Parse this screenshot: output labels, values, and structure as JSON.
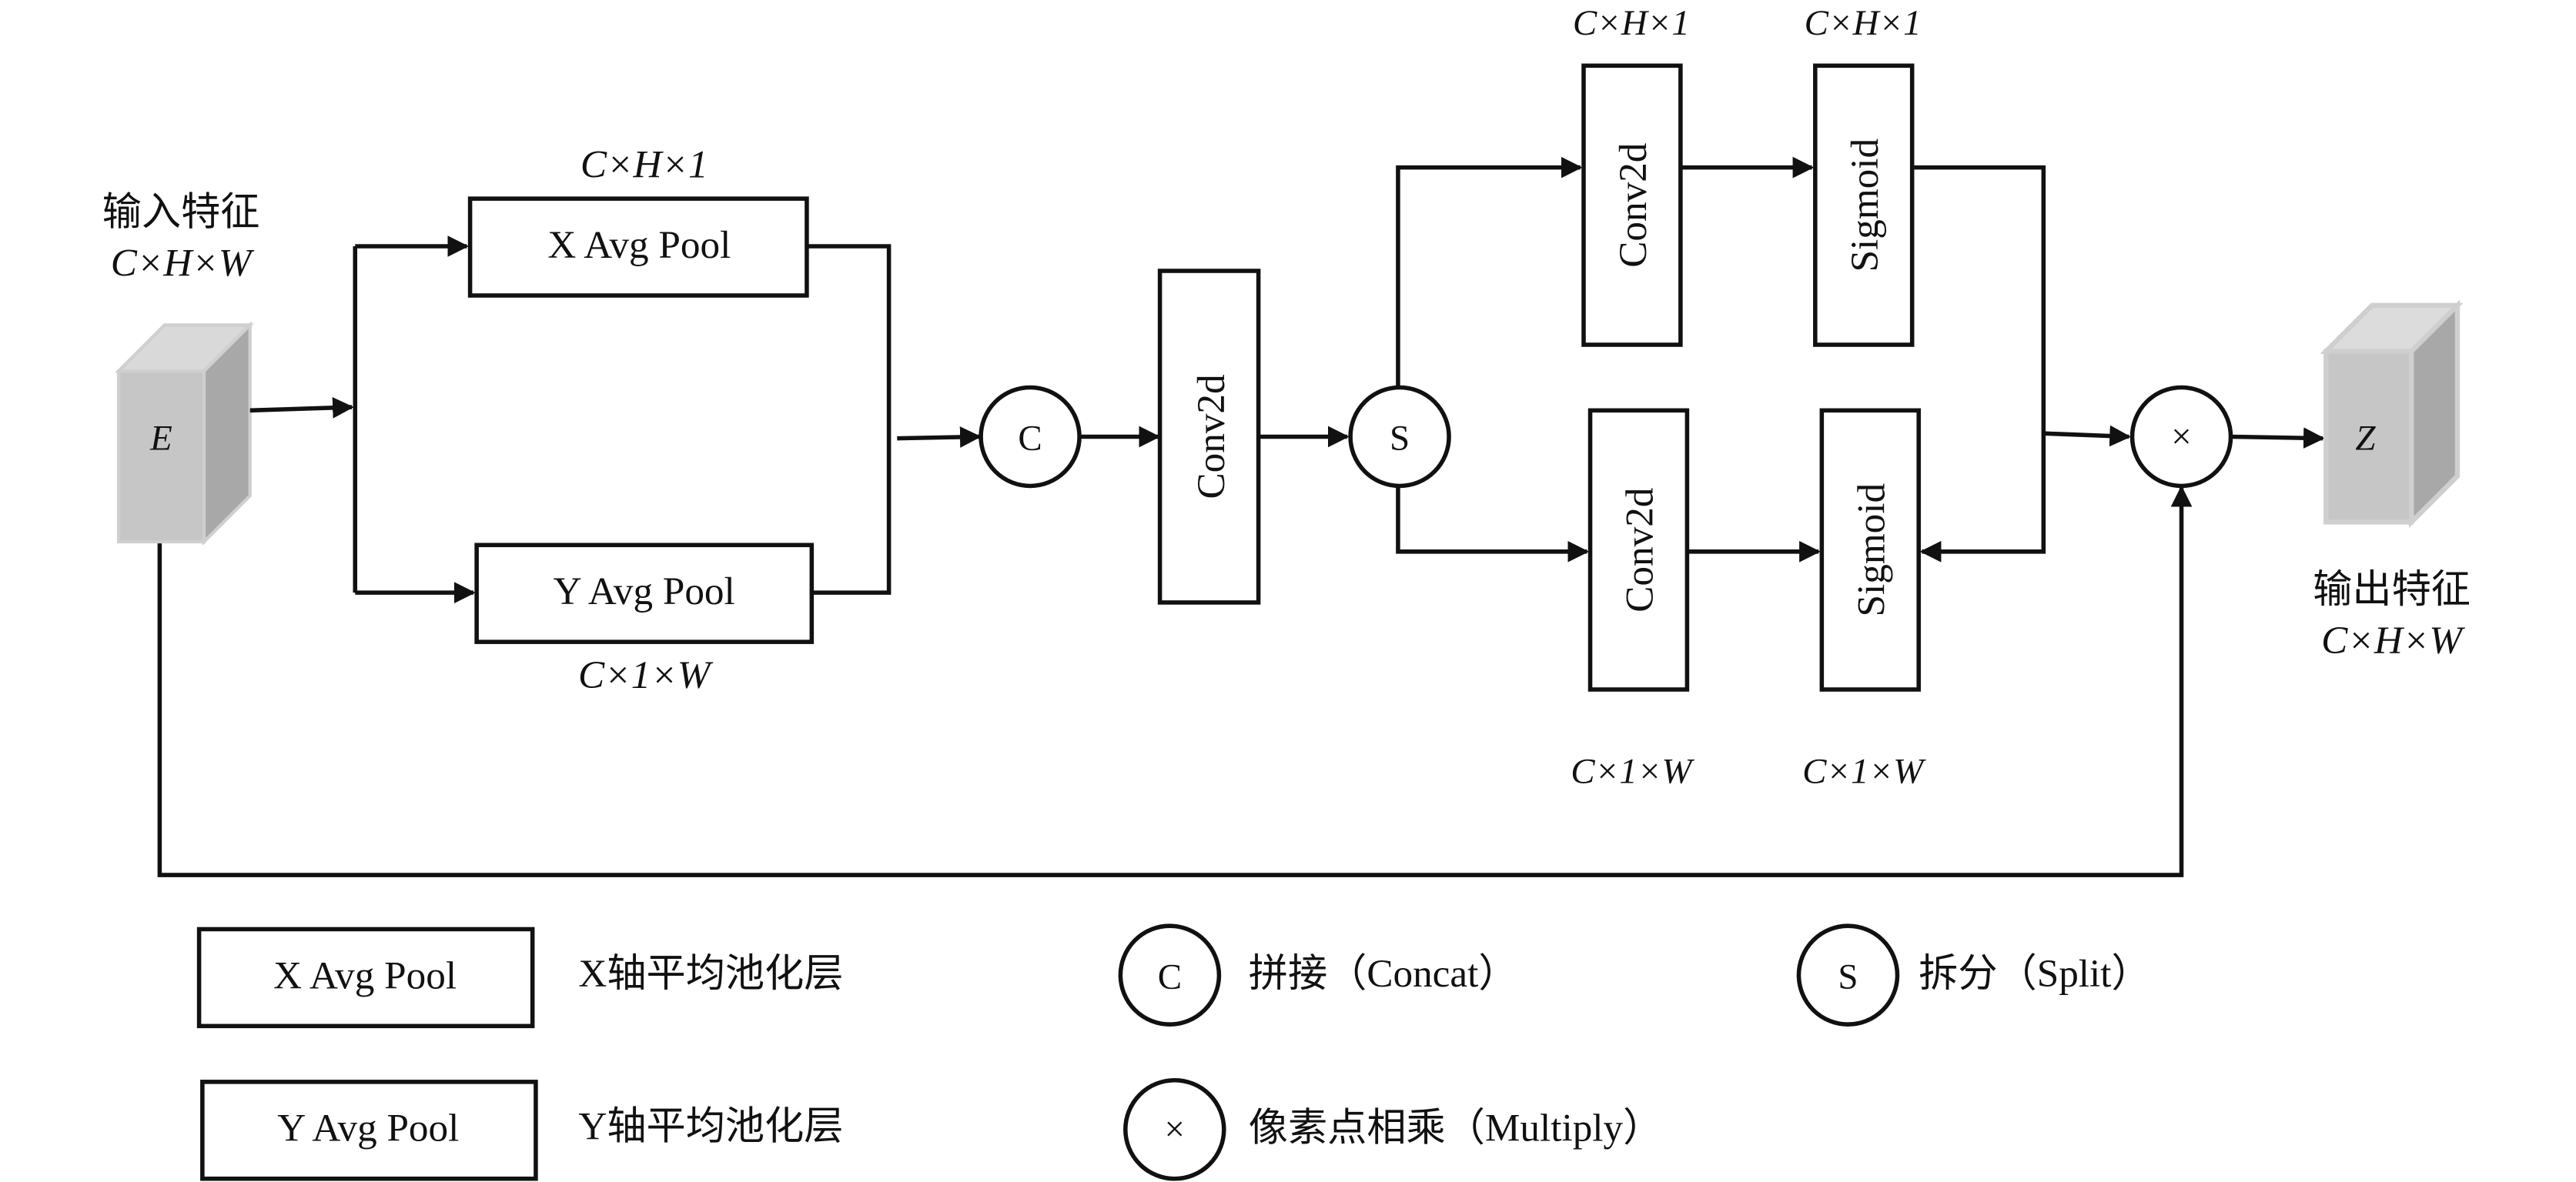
{
  "input": {
    "title": "输入特征",
    "shape": "C×H×W",
    "letter": "E"
  },
  "output": {
    "title": "输出特征",
    "shape": "C×H×W",
    "letter": "Z"
  },
  "pool": {
    "x_label": "X Avg Pool",
    "y_label": "Y Avg Pool",
    "x_shape": "C×H×1",
    "y_shape": "C×1×W"
  },
  "ops": {
    "concat_symbol": "C",
    "split_symbol": "S",
    "multiply_symbol": "×",
    "conv_label": "Conv2d",
    "sigmoid_label": "Sigmoid"
  },
  "branches": {
    "top_conv_shape": "C×H×1",
    "top_sigmoid_shape": "C×H×1",
    "bottom_conv_shape": "C×1×W",
    "bottom_sigmoid_shape": "C×1×W"
  },
  "legend": {
    "x_pool_box": "X Avg Pool",
    "x_pool_desc": "X轴平均池化层",
    "y_pool_box": "Y Avg Pool",
    "y_pool_desc": "Y轴平均池化层",
    "concat_symbol": "C",
    "concat_desc": "拼接（Concat）",
    "split_symbol": "S",
    "split_desc": "拆分（Split）",
    "multiply_symbol": "×",
    "multiply_desc": "像素点相乘（Multiply）"
  }
}
